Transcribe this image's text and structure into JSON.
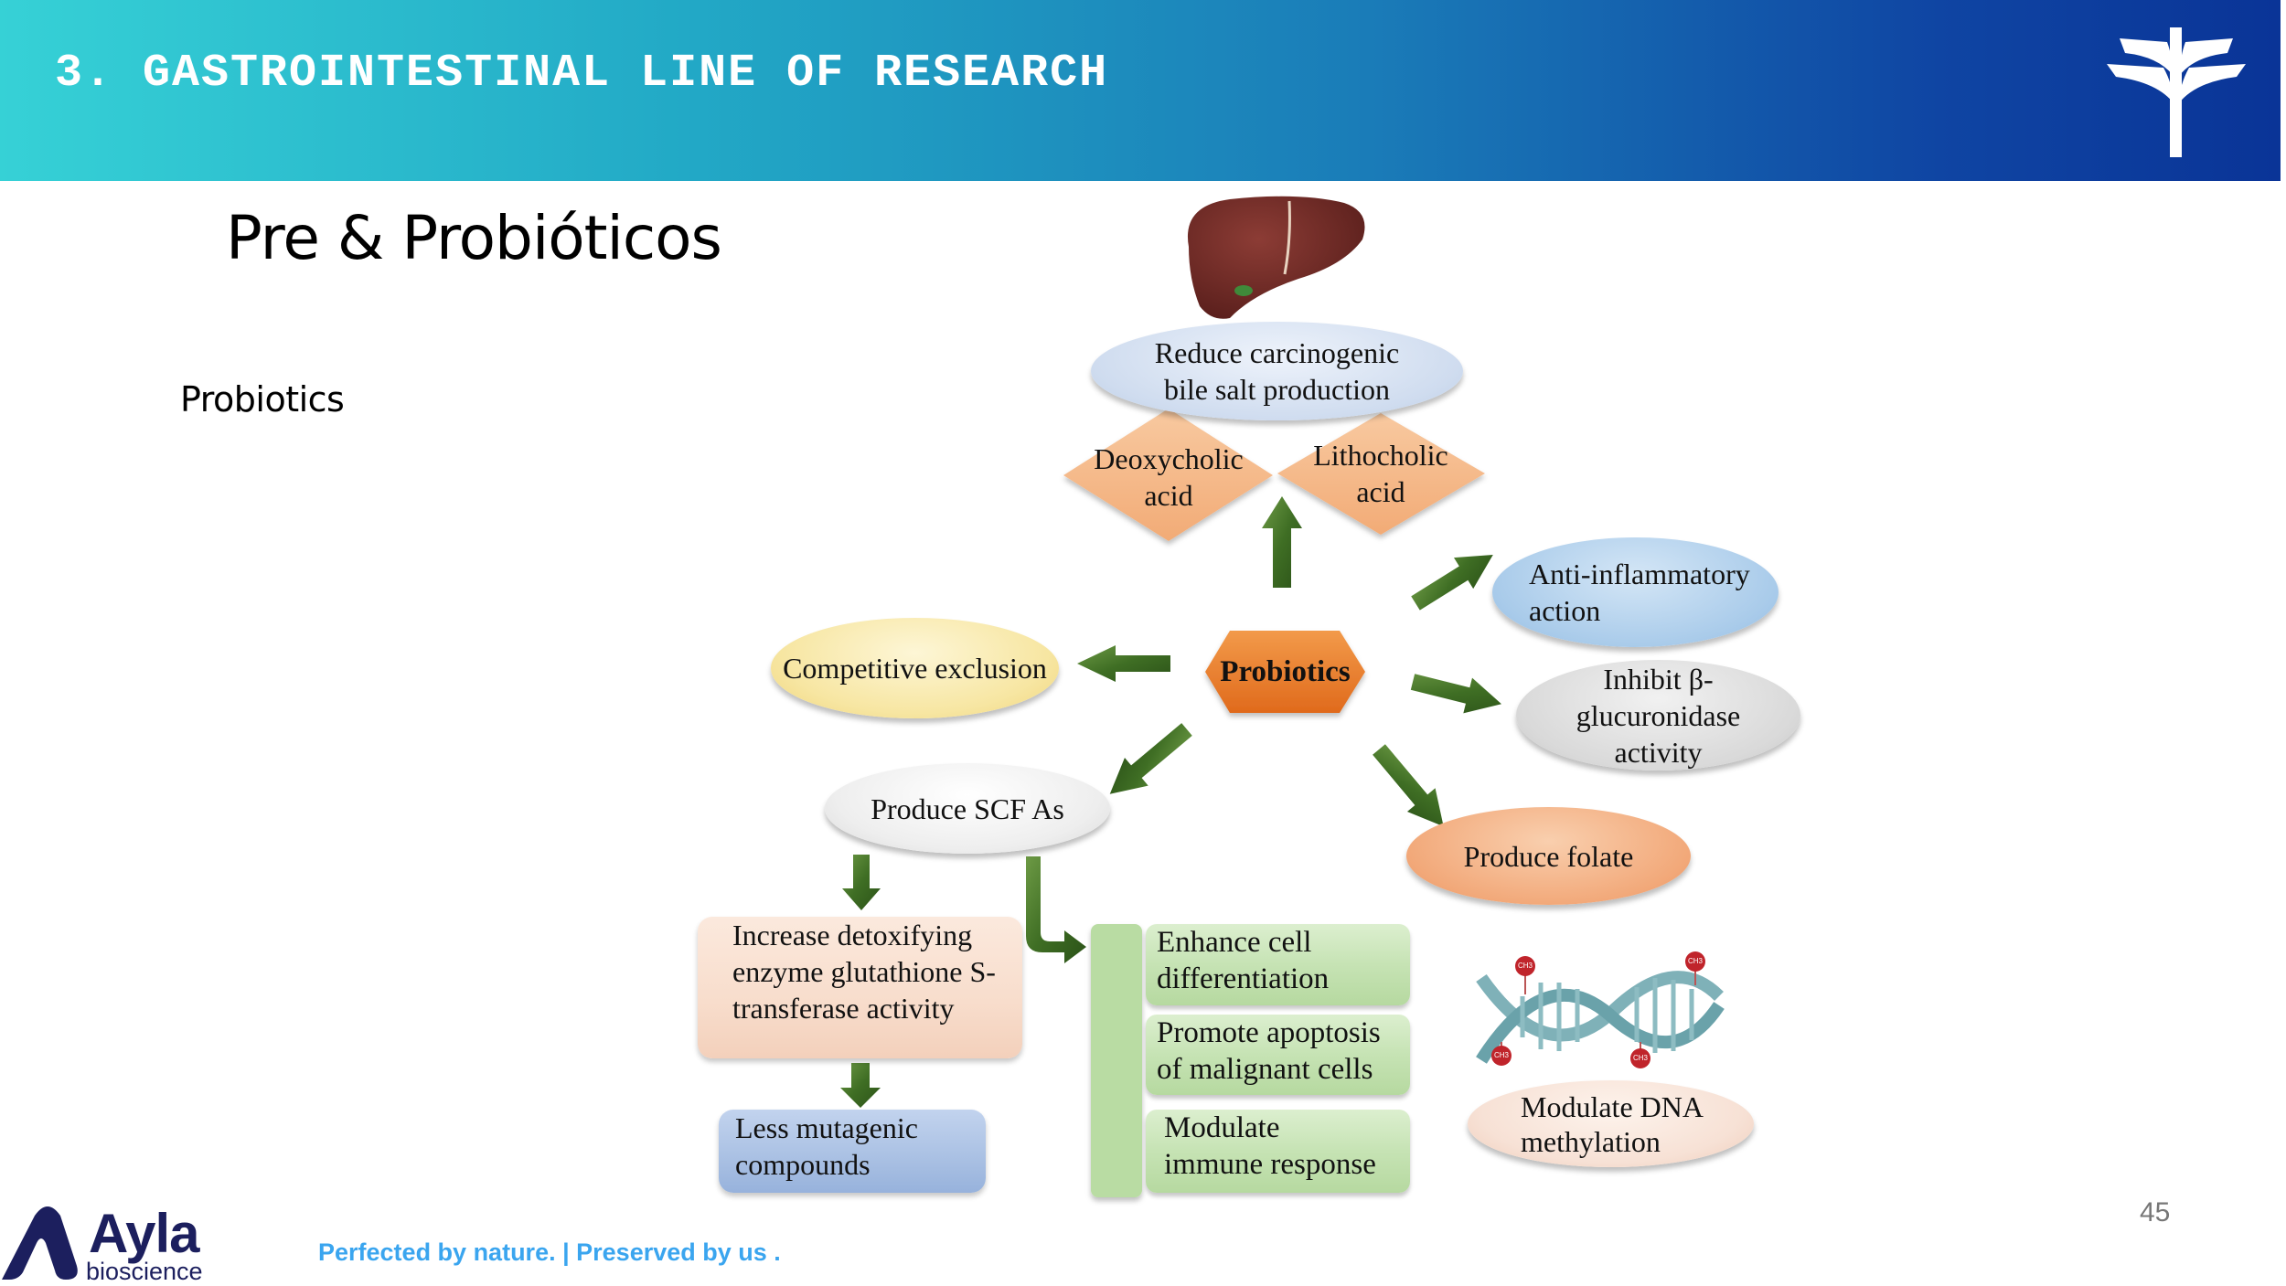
{
  "header": {
    "title": "3. GASTROINTESTINAL LINE OF RESEARCH",
    "brand_icon": "palm-tree-logo-icon",
    "gradient_colors": [
      "#36d1d6",
      "#0a3497"
    ]
  },
  "slide": {
    "title": "Pre & Probióticos",
    "subtitle": "Probiotics",
    "page_number": "45"
  },
  "diagram": {
    "center": "Probiotics",
    "top": {
      "organ_icon": "liver-icon",
      "effect": [
        "Reduce carcinogenic",
        "bile salt production"
      ],
      "acids": [
        [
          "Deoxycholic",
          "acid"
        ],
        [
          "Lithocholic",
          "acid"
        ]
      ]
    },
    "left": "Competitive exclusion",
    "right": [
      [
        "Anti-inflammatory",
        "action"
      ],
      [
        "Inhibit β-",
        "glucuronidase",
        "activity"
      ],
      [
        "Produce folate"
      ]
    ],
    "scfa": {
      "label": "Produce SCF As",
      "detox": [
        "Increase detoxifying",
        "enzyme glutathione S-",
        "transferase activity"
      ],
      "mutagenic": [
        "Less mutagenic",
        "compounds"
      ],
      "effects": [
        [
          "Enhance cell",
          "differentiation"
        ],
        [
          "Promote apoptosis",
          "of malignant cells"
        ],
        [
          "Modulate",
          "immune response"
        ]
      ]
    },
    "dna": {
      "icon": "dna-methylation-icon",
      "marker_label": "CH3",
      "label": [
        "Modulate DNA",
        "methylation"
      ]
    },
    "colors": {
      "arrow": "#3f6e24",
      "center": "#ef7d2a",
      "acid": "#f5b98a",
      "bile": "#cfdcef",
      "competitive": "#f7e6a2",
      "anti_inflammatory": "#a9cbea",
      "inhibit": "#d9d9d9",
      "folate": "#f2a97a",
      "scfa": "#eeeeee",
      "detox": "#f8ddcc",
      "mutagenic": "#a9c0e3",
      "green": "#c6e3b4",
      "dna_ellipse": "#f7e1d5"
    }
  },
  "footer": {
    "brand_name": "Ayla",
    "brand_sub": "bioscience",
    "tagline": "Perfected by nature. | Preserved by us ."
  }
}
